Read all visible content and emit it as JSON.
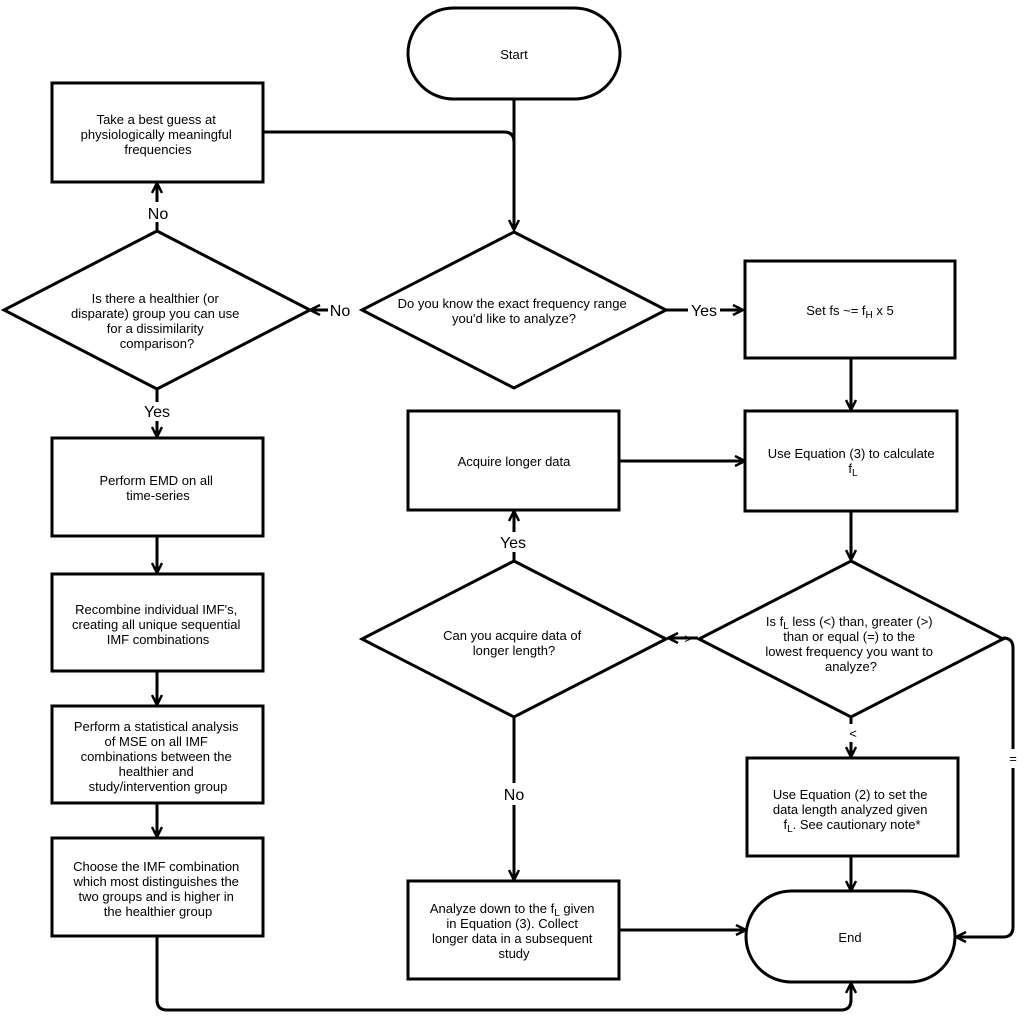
{
  "nodes": {
    "start": "Start",
    "best_guess": [
      "Take a best guess at",
      "physiologically meaningful",
      "frequencies"
    ],
    "healthier_q": [
      "Is there a healthier (or",
      "disparate) group you can use",
      "for a dissimilarity",
      "comparison?"
    ],
    "know_range_q": [
      "Do you know the exact frequency range",
      "you'd like to analyze?"
    ],
    "set_fs": {
      "pre": "Set fs ~= f",
      "sub": "H",
      "post": " x 5"
    },
    "use_eq3": {
      "line1": "Use Equation (3) to calculate",
      "pre": "f",
      "sub": "L",
      "post": ""
    },
    "acquire_longer": "Acquire longer data",
    "perform_emd": [
      "Perform EMD on all",
      "time-series"
    ],
    "recombine": [
      "Recombine individual IMF's,",
      "creating all unique sequential",
      "IMF combinations"
    ],
    "stat_analysis": [
      "Perform a statistical analysis",
      "of MSE on all IMF",
      "combinations between the",
      "healthier and",
      "study/intervention group"
    ],
    "choose_imf": [
      "Choose the IMF combination",
      "which most distinguishes the",
      "two groups and is higher in",
      "the healthier group"
    ],
    "can_acquire_q": [
      "Can you acquire data of",
      "longer length?"
    ],
    "compare_q": {
      "l1_pre": "Is f",
      "l1_sub": "L",
      "l1_post": " less (<) than, greater (>)",
      "l2": "than or equal (=) to the",
      "l3": "lowest frequency you want to",
      "l4": "analyze?"
    },
    "use_eq2": {
      "l1": "Use Equation (2) to set the",
      "l2": "data length analyzed given",
      "l3_pre": "f",
      "l3_sub": "L",
      "l3_post": ". See cautionary note*"
    },
    "analyze_down": {
      "l1_pre": "Analyze down to the f",
      "l1_sub": "L",
      "l1_post": " given",
      "l2": "in Equation (3).  Collect",
      "l3": "longer data in a subsequent",
      "l4": "study"
    },
    "end": "End"
  },
  "edge_labels": {
    "no_top": "No",
    "yes_left": "Yes",
    "no_middle": "No",
    "yes_right": "Yes",
    "yes_acquire": "Yes",
    "no_acquire": "No",
    "greater": ">",
    "less": "<",
    "equal": "="
  }
}
